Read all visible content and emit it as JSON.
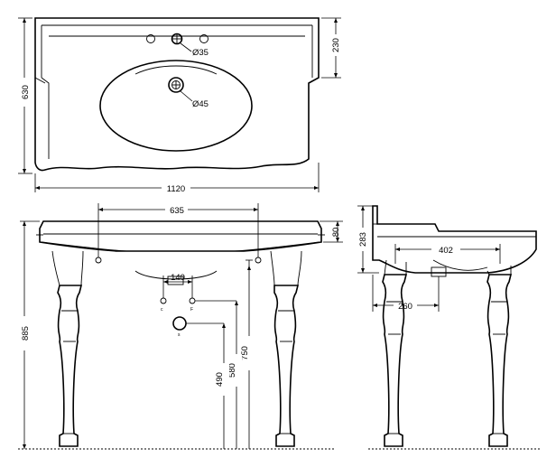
{
  "top_view": {
    "width_label": "1120",
    "depth_label": "630",
    "splash_label": "230",
    "tap_hole_label": "Ø35",
    "waste_label": "Ø45"
  },
  "front_view": {
    "tap_span_label": "635",
    "rim_label": "80",
    "waste_spacing_label": "140",
    "height_label": "885",
    "dim_750": "750",
    "dim_580": "580",
    "dim_490": "490",
    "pipe_label_left": "c",
    "pipe_label_right": "F",
    "waste_point_label": "s"
  },
  "side_view": {
    "height_label": "283",
    "span_label": "402",
    "offset_label": "260"
  }
}
